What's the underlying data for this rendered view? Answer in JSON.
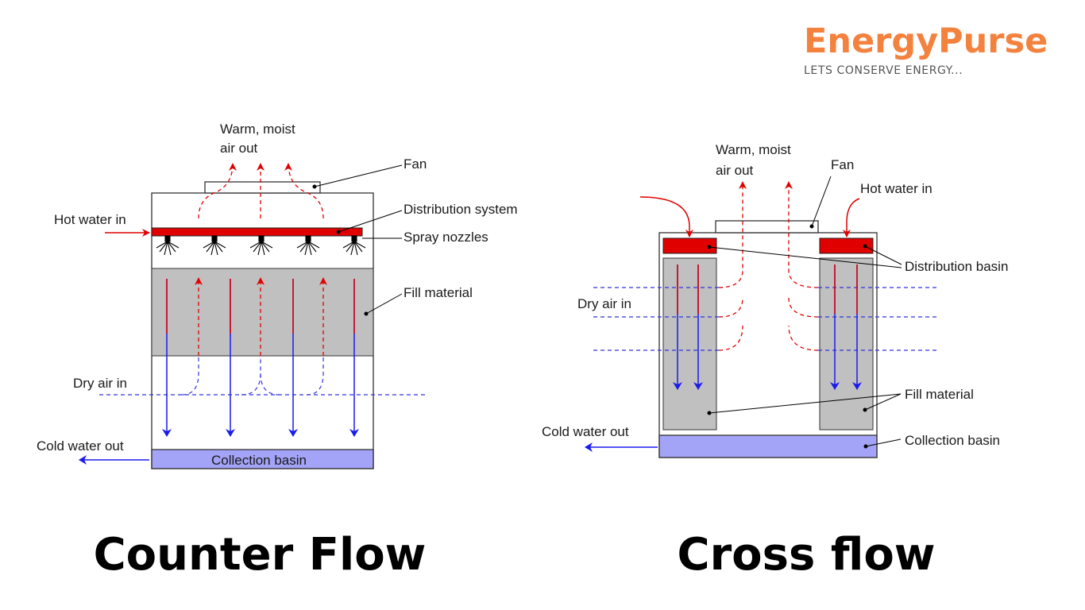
{
  "brand": {
    "name": "EnergyPurse",
    "tagline": "LETS CONSERVE ENERGY..."
  },
  "colors": {
    "brand": "#f4823f",
    "hot_water": "#e00000",
    "air_out": "#e00000",
    "cold_water": "#1a1aee",
    "air_in": "#3333dd",
    "fill": "#c0c0c0",
    "basin": "#a3a3f7"
  },
  "counter_flow": {
    "title": "Counter Flow",
    "labels": {
      "warm_air": [
        "Warm, moist",
        "air out"
      ],
      "fan": "Fan",
      "distribution": "Distribution system",
      "hot_water": "Hot water in",
      "spray": "Spray nozzles",
      "fill": "Fill material",
      "dry_air": "Dry air in",
      "cold_water": "Cold water out",
      "basin": "Collection basin"
    }
  },
  "cross_flow": {
    "title": "Cross flow",
    "labels": {
      "warm_air": [
        "Warm, moist",
        "air out"
      ],
      "fan": "Fan",
      "hot_water": "Hot water in",
      "distribution": "Distribution basin",
      "dry_air": "Dry air in",
      "fill": "Fill material",
      "cold_water": "Cold water out",
      "basin": "Collection basin"
    }
  }
}
